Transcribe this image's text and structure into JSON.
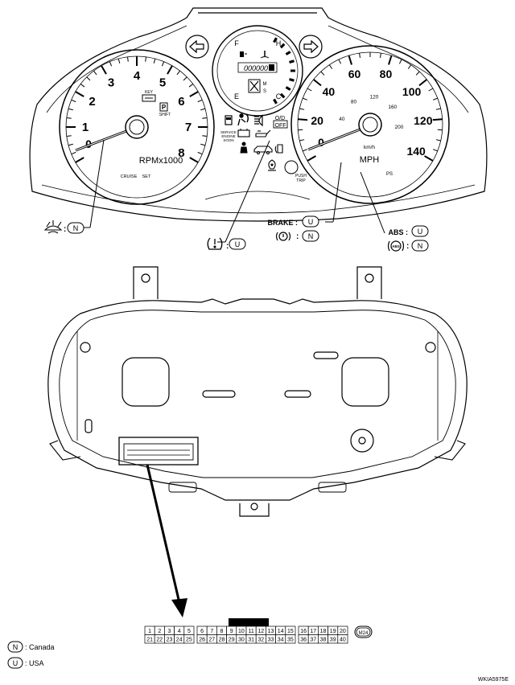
{
  "figure_id": "WKIA5975E",
  "tach": {
    "numbers": [
      "1",
      "2",
      "3",
      "4",
      "5",
      "6",
      "7",
      "8"
    ],
    "zero": "0",
    "unit": "RPMx1000",
    "cruise": "CRUISE",
    "set": "SET",
    "key": "KEY",
    "shift": "SHIFT"
  },
  "center": {
    "fuel_f": "F",
    "fuel_e": "E",
    "temp_h": "H",
    "temp_c": "C",
    "odometer": "000000",
    "mode_m": "M",
    "mode_s": "S"
  },
  "speedo": {
    "mph_numbers": [
      "20",
      "40",
      "60",
      "80",
      "100",
      "120",
      "140"
    ],
    "kmh_numbers": [
      "40",
      "80",
      "120",
      "160",
      "200"
    ],
    "zero": "0",
    "kmh": "km/h",
    "mph": "MPH",
    "ps": "PS"
  },
  "warnings": {
    "service": [
      "SERVICE",
      "ENGINE",
      "SOON"
    ],
    "od": "O/D",
    "od_off": "OFF",
    "push_trip": [
      "PUSH",
      "TRIP"
    ]
  },
  "callouts": {
    "washer": "N",
    "tpms": "U",
    "brake_label": "BRAKE :",
    "brake_code": "U",
    "brake_canada": "N",
    "abs_label": "ABS :",
    "abs_code": "U",
    "abs_canada": "N",
    "abs_icon": "ABS"
  },
  "connector": {
    "id": "M24",
    "row1": [
      "1",
      "2",
      "3",
      "4",
      "5",
      "",
      "6",
      "7",
      "8",
      "9",
      "10",
      "11",
      "12",
      "13",
      "14",
      "15",
      "",
      "16",
      "17",
      "18",
      "19",
      "20"
    ],
    "row2": [
      "21",
      "22",
      "23",
      "24",
      "25",
      "",
      "26",
      "27",
      "28",
      "29",
      "30",
      "31",
      "32",
      "33",
      "34",
      "35",
      "",
      "36",
      "37",
      "38",
      "39",
      "40"
    ]
  },
  "legend": [
    {
      "code": "N",
      "text": ": Canada"
    },
    {
      "code": "U",
      "text": ": USA"
    }
  ]
}
